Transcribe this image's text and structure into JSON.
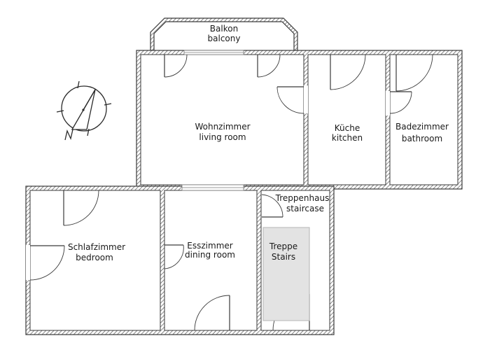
{
  "rooms": {
    "balcony": {
      "de": "Balkon",
      "en": "balcony"
    },
    "living": {
      "de": "Wohnzimmer",
      "en": "living room"
    },
    "kitchen": {
      "de": "Küche",
      "en": "kitchen"
    },
    "bathroom": {
      "de": "Badezimmer",
      "en": "bathroom"
    },
    "staircase": {
      "de": "Treppenhaus",
      "en": "staircase"
    },
    "stairs": {
      "de": "Treppe",
      "en": "Stairs"
    },
    "bedroom": {
      "de": "Schlafzimmer",
      "en": "bedroom"
    },
    "dining": {
      "de": "Esszimmer",
      "en": "dining room"
    }
  },
  "compass": {
    "icon": "north-arrow-icon",
    "letter": "N"
  },
  "colors": {
    "wall": "#3a3a3a",
    "stairs_fill": "#e3e3e3"
  }
}
